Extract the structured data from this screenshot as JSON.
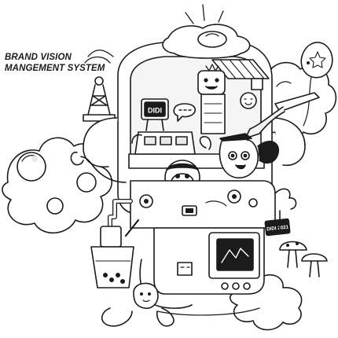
{
  "title": {
    "line1": "BRAND VISION",
    "line2": "MANGEMENT SYSTEM"
  },
  "sign_label": "DIDI",
  "tag_label": "DIDI 2021",
  "colors": {
    "ink": "#1b1b1b",
    "paper": "#ffffff",
    "shade": "#e9e9e9",
    "light": "#f5f5f5"
  }
}
